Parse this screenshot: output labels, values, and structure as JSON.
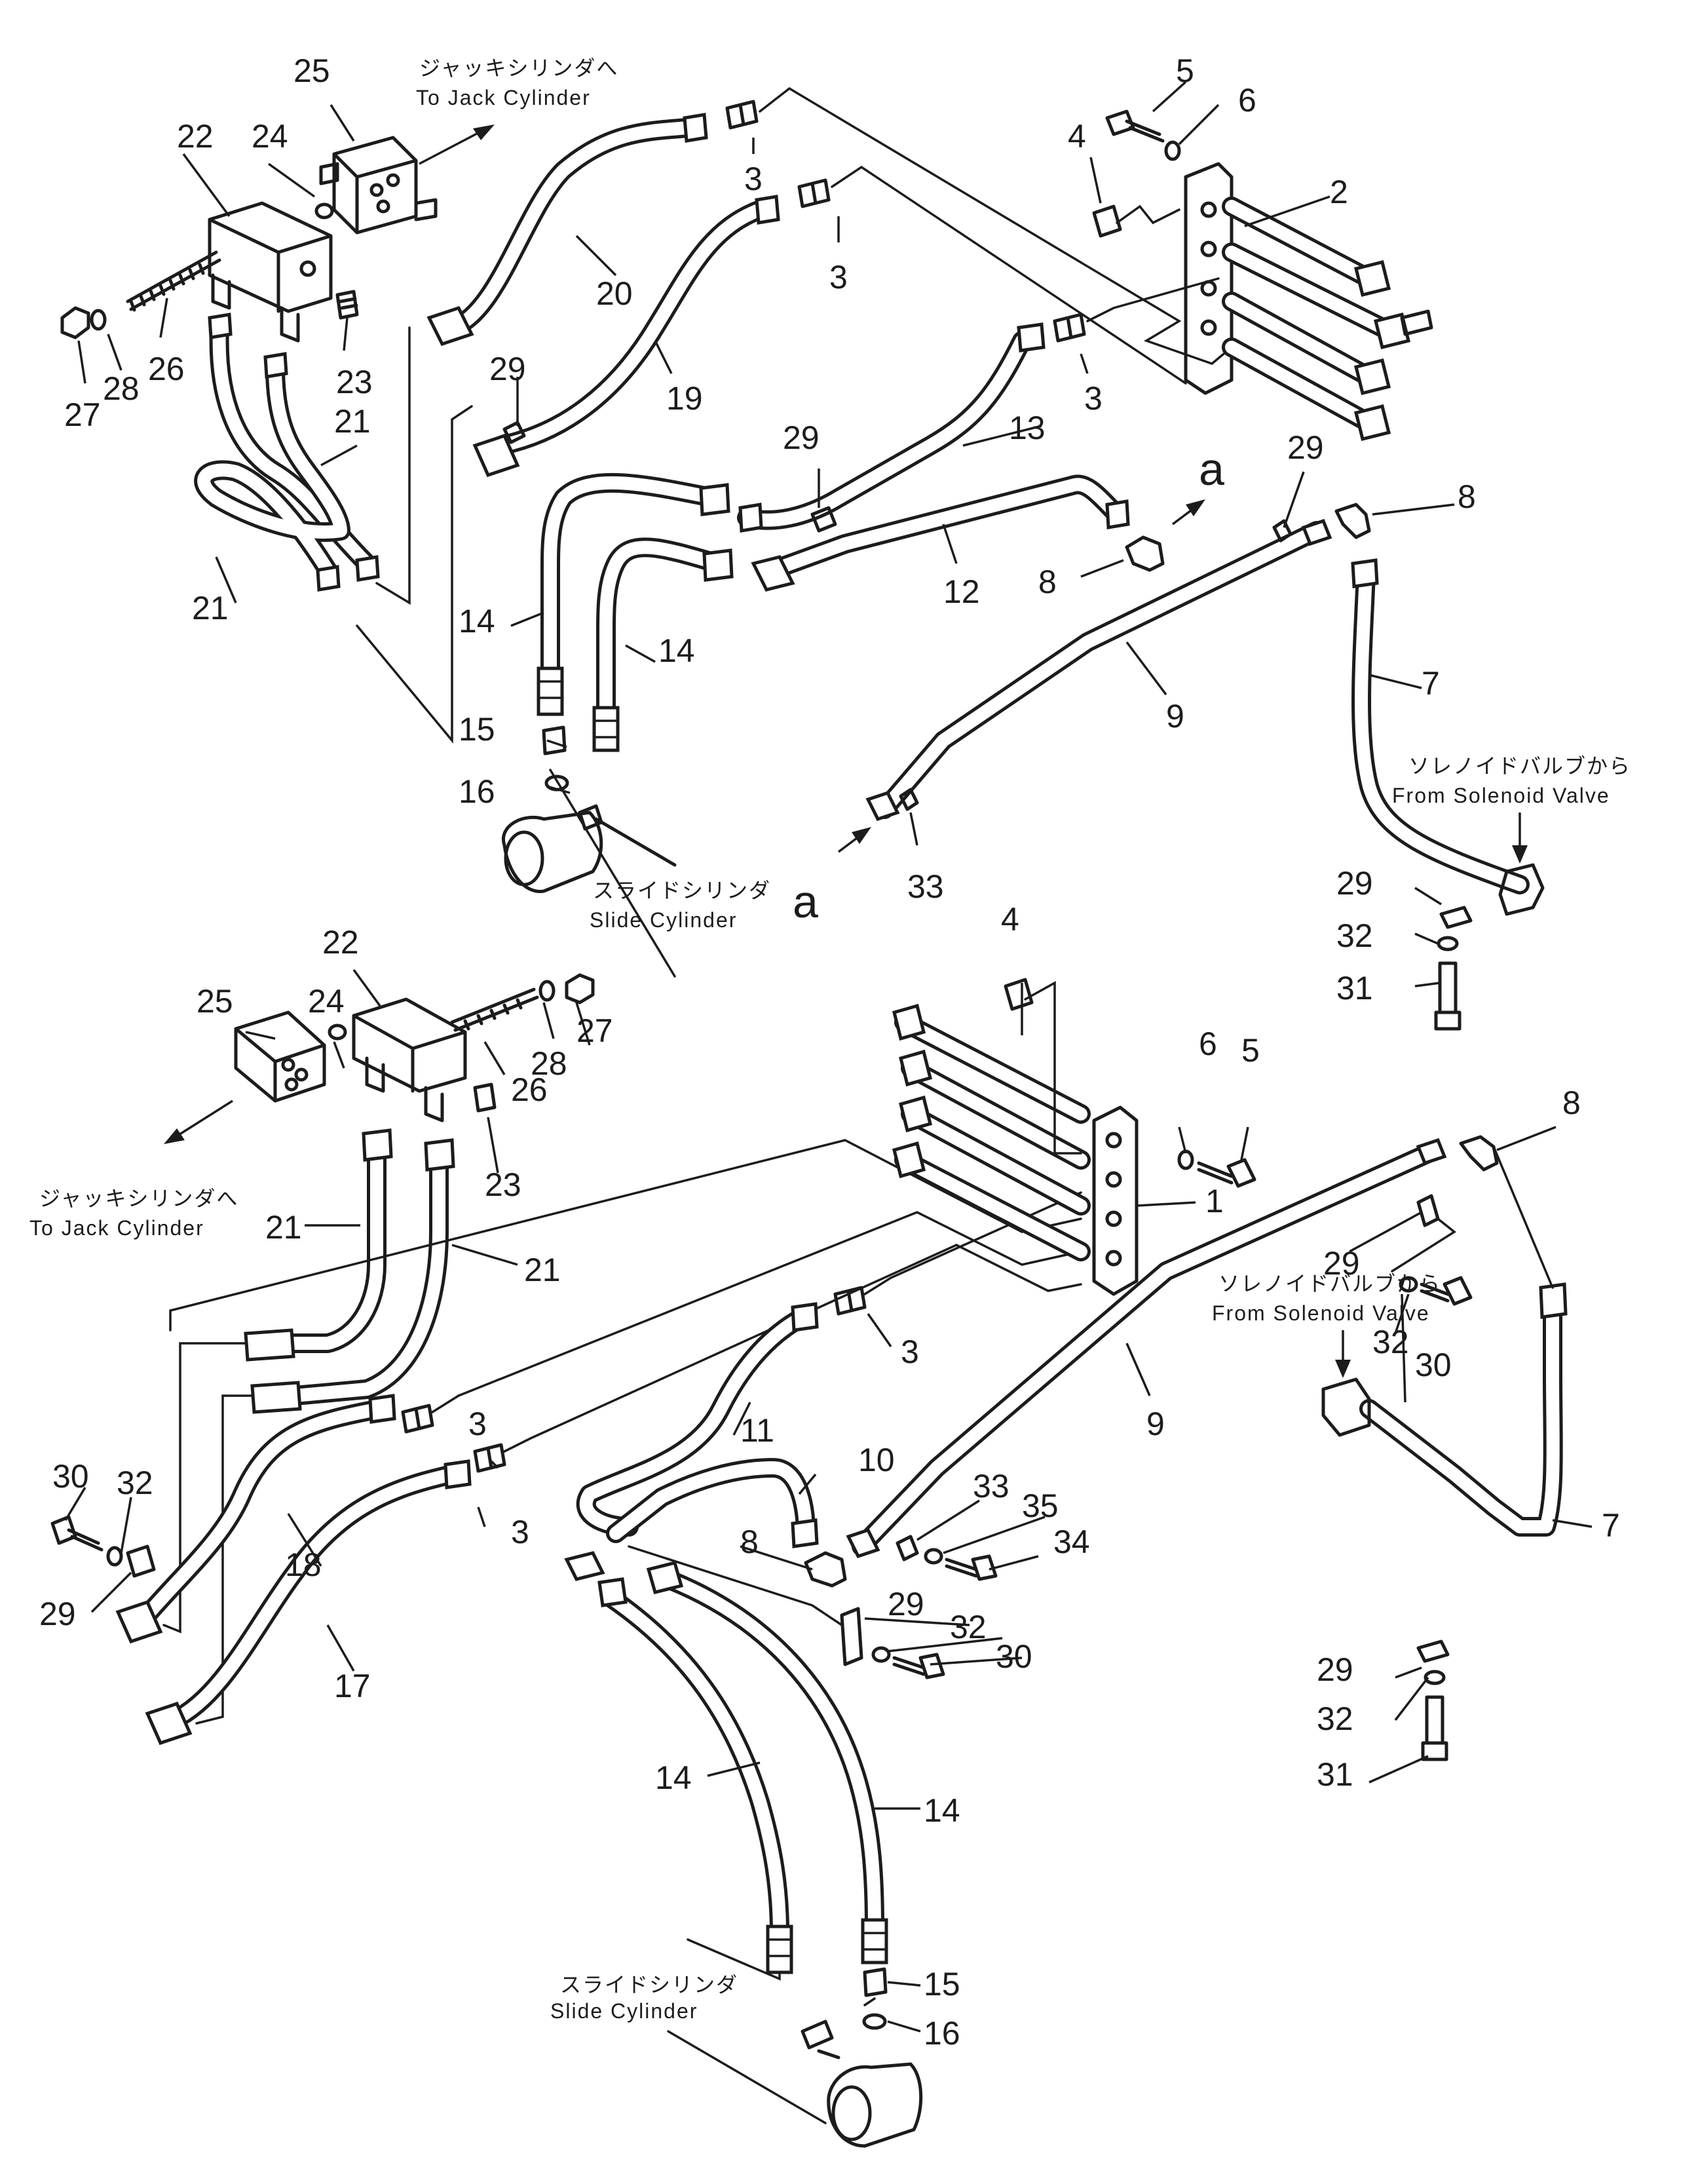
{
  "labels": {
    "jack_cylinder_jp": "ジャッキシリンダへ",
    "jack_cylinder_en": "To  Jack  Cylinder",
    "solenoid_valve_jp": "ソレノイドバルブから",
    "solenoid_valve_en": "From  Solenoid  Valve",
    "slide_cylinder_jp": "スライドシリンダ",
    "slide_cylinder_en": "Slide  Cylinder",
    "connection_mark": "a"
  },
  "callouts": {
    "n1": "1",
    "n2": "2",
    "n3": "3",
    "n4": "4",
    "n5": "5",
    "n6": "6",
    "n7": "7",
    "n8": "8",
    "n9": "9",
    "n10": "10",
    "n11": "11",
    "n12": "12",
    "n13": "13",
    "n14": "14",
    "n15": "15",
    "n16": "16",
    "n17": "17",
    "n18": "18",
    "n19": "19",
    "n20": "20",
    "n21": "21",
    "n22": "22",
    "n23": "23",
    "n24": "24",
    "n25": "25",
    "n26": "26",
    "n27": "27",
    "n28": "28",
    "n29": "29",
    "n30": "30",
    "n31": "31",
    "n32": "32",
    "n33": "33",
    "n34": "34",
    "n35": "35"
  }
}
